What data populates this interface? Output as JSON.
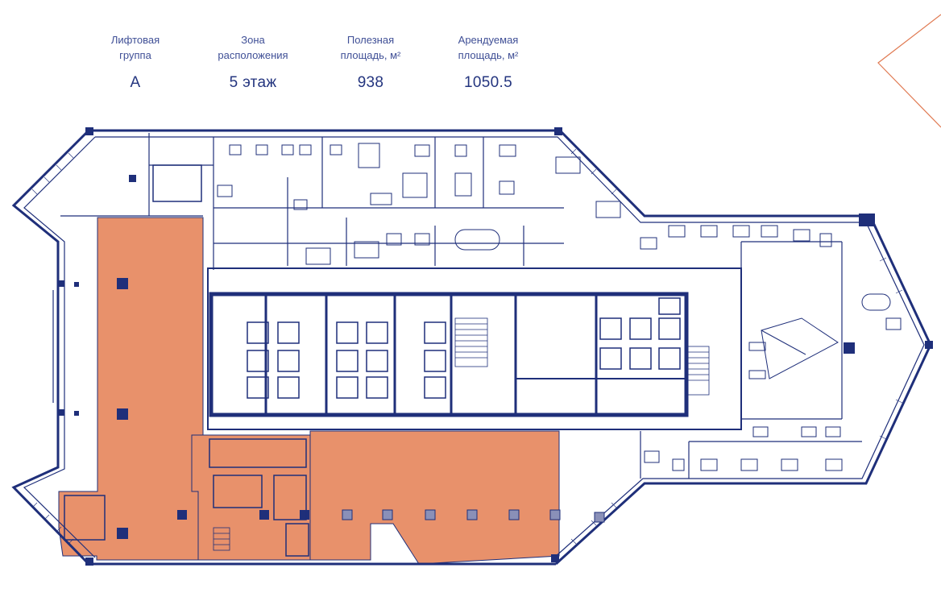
{
  "stats": [
    {
      "label": "Лифтовая\nгруппа",
      "value": "A"
    },
    {
      "label": "Зона\nрасположения",
      "value": "5 этаж"
    },
    {
      "label": "Полезная\nплощадь, м²",
      "value": "938"
    },
    {
      "label": "Арендуемая\nплощадь, м²",
      "value": "1050.5"
    }
  ],
  "colors": {
    "wall": "#1f2f7a",
    "highlight": "#e8916b",
    "accent_line": "#e07a52"
  }
}
